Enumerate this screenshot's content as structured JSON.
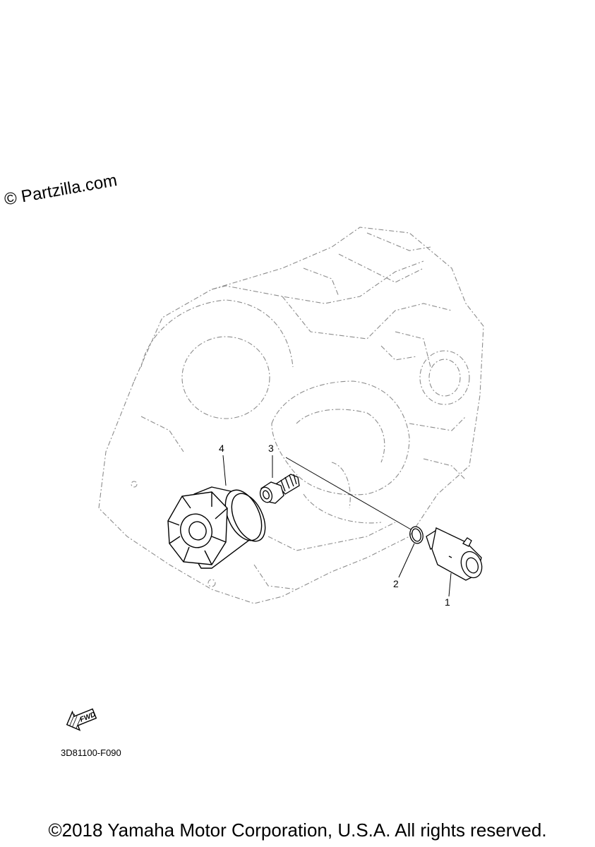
{
  "watermark": "© Partzilla.com",
  "callouts": [
    {
      "id": "1",
      "label": "1"
    },
    {
      "id": "2",
      "label": "2"
    },
    {
      "id": "3",
      "label": "3"
    },
    {
      "id": "4",
      "label": "4"
    }
  ],
  "fwd_label": "FWD",
  "diagram_code": "3D81100-F090",
  "copyright": "©2018 Yamaha Motor Corporation, U.S.A. All rights reserved.",
  "colors": {
    "line": "#000000",
    "ghost": "#9a9a9a",
    "background": "#ffffff"
  }
}
